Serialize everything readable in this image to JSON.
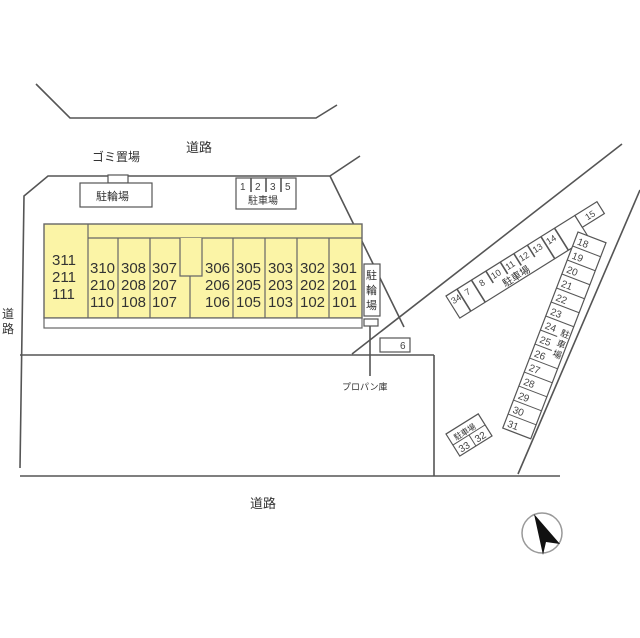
{
  "labels": {
    "road_top": "道路",
    "road_left": [
      "道",
      "路"
    ],
    "road_bottom": "道路",
    "garbage": "ゴミ置場",
    "bicycle_top": "駐輪場",
    "bicycle_right": [
      "駐",
      "輪",
      "場"
    ],
    "parking": "駐車場",
    "parking_vertical": [
      "駐",
      "車",
      "場"
    ],
    "propane": "プロパン庫"
  },
  "building": {
    "color": "#fbf4a6",
    "units": [
      {
        "col": "311",
        "rows": [
          "311",
          "211",
          "111"
        ]
      },
      {
        "col": "310",
        "rows": [
          "310",
          "210",
          "110"
        ]
      },
      {
        "col": "308",
        "rows": [
          "308",
          "208",
          "108"
        ]
      },
      {
        "col": "307",
        "rows": [
          "307",
          "207",
          "107"
        ]
      },
      {
        "col": "306",
        "rows": [
          "306",
          "206",
          "106"
        ]
      },
      {
        "col": "305",
        "rows": [
          "305",
          "205",
          "105"
        ]
      },
      {
        "col": "303",
        "rows": [
          "303",
          "203",
          "103"
        ]
      },
      {
        "col": "302",
        "rows": [
          "302",
          "202",
          "102"
        ]
      },
      {
        "col": "301",
        "rows": [
          "301",
          "201",
          "101"
        ]
      }
    ]
  },
  "parking_top": [
    "1",
    "2",
    "3",
    "5"
  ],
  "parking_single": "6",
  "parking_diag_row": [
    "34",
    "7",
    "8",
    "10",
    "11",
    "12",
    "13",
    "14",
    "15"
  ],
  "parking_column": [
    "18",
    "19",
    "20",
    "21",
    "22",
    "23",
    "24",
    "25",
    "26",
    "27",
    "28",
    "29",
    "30",
    "31"
  ],
  "parking_small": [
    "33",
    "32"
  ],
  "compass": "north-arrow"
}
